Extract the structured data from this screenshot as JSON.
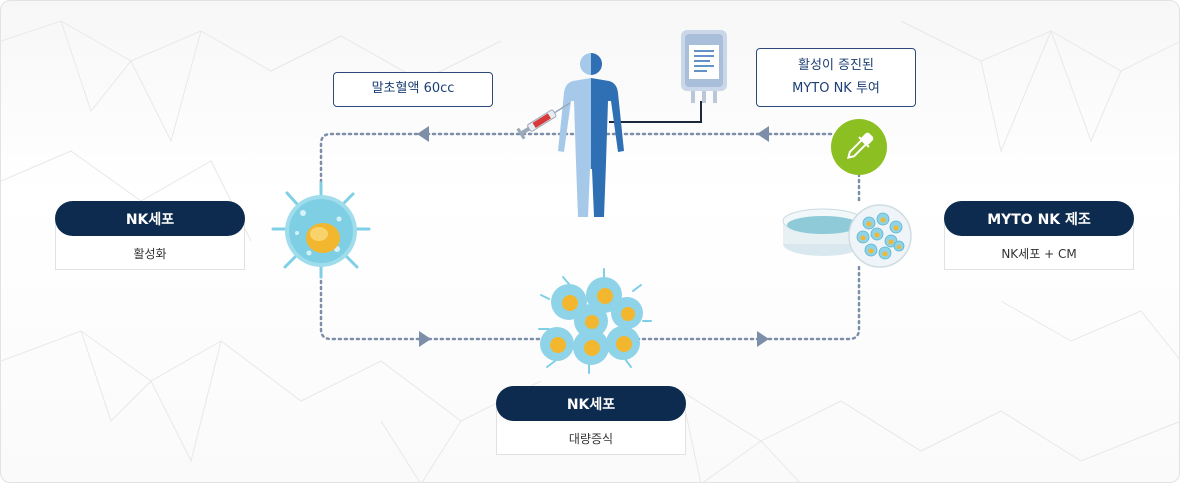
{
  "steps": {
    "left": {
      "title": "NK세포",
      "subtitle": "활성화"
    },
    "bottom": {
      "title": "NK세포",
      "subtitle": "대량증식"
    },
    "right": {
      "title": "MYTO NK 제조",
      "subtitle": "NK세포 + CM"
    }
  },
  "callouts": {
    "blood_draw": "말초혈액 60cc",
    "infusion_line1": "활성이 증진된",
    "infusion_line2": "MYTO NK 투여"
  },
  "icons": [
    "human-body-icon",
    "syringe-icon",
    "iv-bag-icon",
    "dropper-icon",
    "petri-dish-icon",
    "nk-cell-icon",
    "cell-cluster-icon"
  ],
  "colors": {
    "navy": "#0d2a4f",
    "flow_line": "#7d8ea8",
    "green": "#8cc022",
    "cell_blue": "#7fd0e6",
    "cell_core": "#f2b72e",
    "body_blue": "#2f6fb4"
  }
}
